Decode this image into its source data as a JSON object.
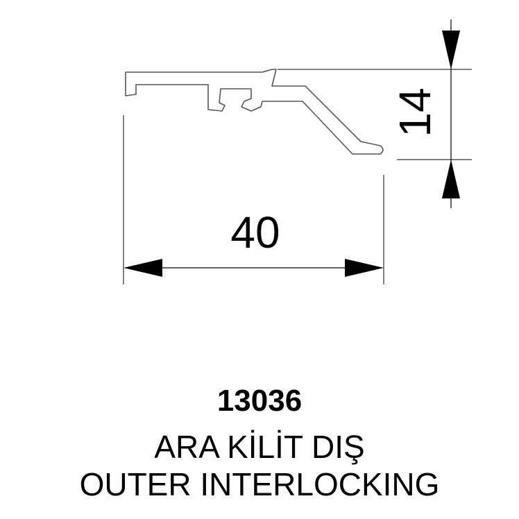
{
  "drawing": {
    "width_dimension": "40",
    "height_dimension": "14",
    "line_color": "#000000",
    "profile_outline_color": "#555555"
  },
  "product": {
    "code": "13036",
    "name_tr": "ARA KİLİT DIŞ",
    "name_en": "OUTER INTERLOCKING"
  }
}
